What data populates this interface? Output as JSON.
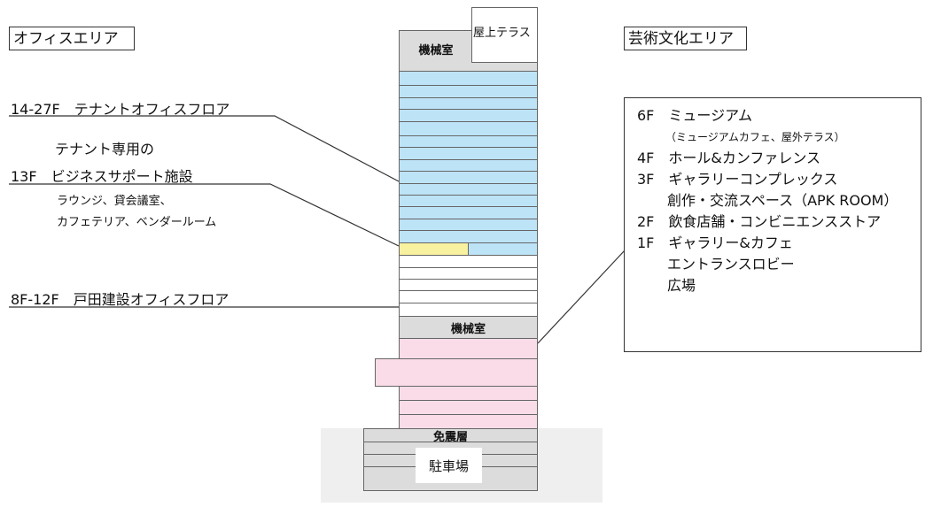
{
  "office_area": {
    "title": "オフィスエリア",
    "tenant_floors": "14-27F　テナントオフィスフロア",
    "support_pre": "テナント専用の",
    "support_title": "13F　ビジネスサポート施設",
    "support_detail1": "ラウンジ、貸会議室、",
    "support_detail2": "カフェテリア、ベンダールーム",
    "toda_floors": "8F-12F　戸田建設オフィスフロア"
  },
  "culture_area": {
    "title": "芸術文化エリア",
    "lines": [
      "6F　ミュージアム",
      "（ミュージアムカフェ、屋外テラス）",
      "4F　ホール&カンファレンス",
      "3F　ギャラリーコンプレックス",
      "創作・交流スペース（APK ROOM）",
      "2F　飲食店舗・コンビニエンスストア",
      "1F　ギャラリー&カフェ",
      "エントランスロビー",
      "広場"
    ]
  },
  "building": {
    "machine_room_top": "機械室",
    "roof_terrace": "屋上テラス",
    "machine_room_mid": "機械室",
    "seismic_layer": "免震層",
    "parking": "駐車場"
  },
  "colors": {
    "tenant": "#bde3f7",
    "support": "#f7f1a0",
    "toda": "#ffffff",
    "culture": "#f9dce8",
    "machine": "#dcdcdc"
  }
}
